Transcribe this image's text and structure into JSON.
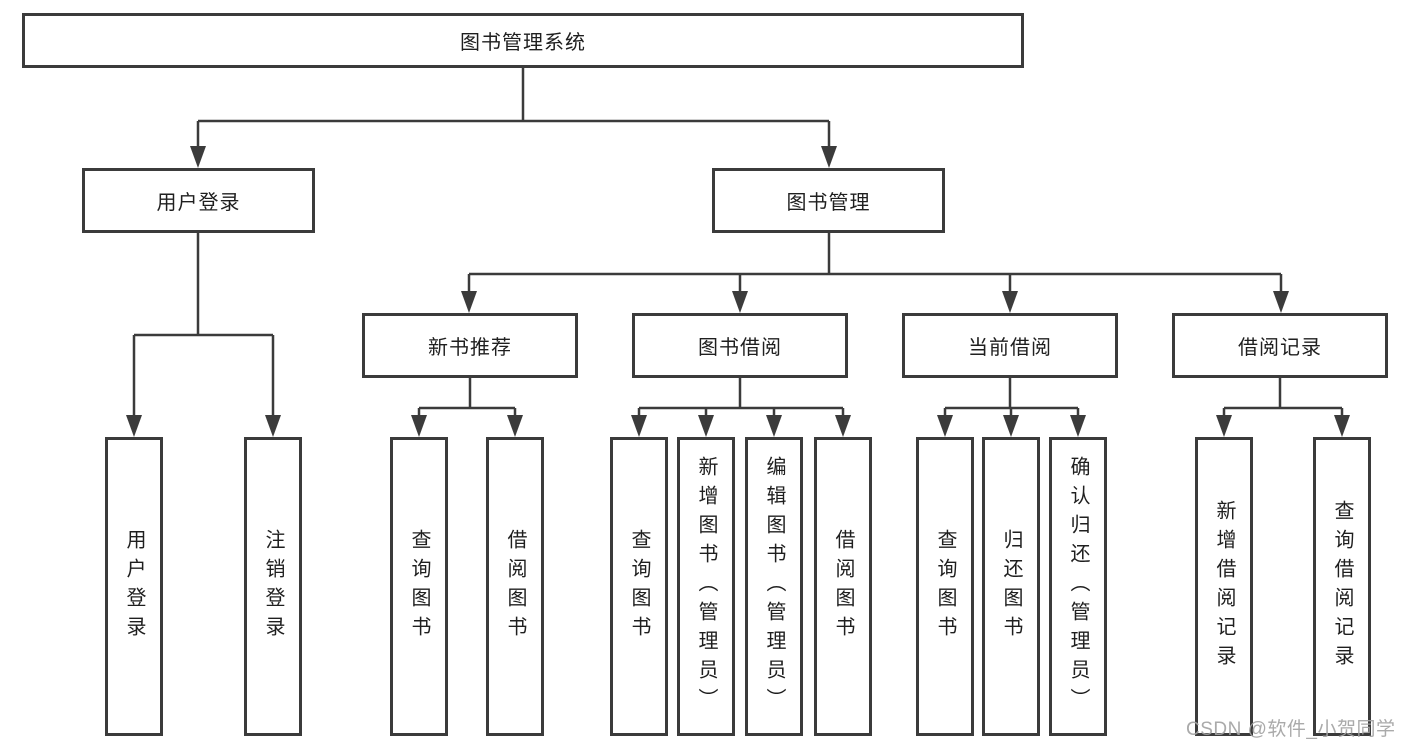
{
  "colors": {
    "line": "#3b3b3b",
    "box_border": "#3b3b3b",
    "box_background": "#ffffff",
    "text": "#1f1f1f",
    "watermark": "#a3a3a3",
    "background": "#ffffff"
  },
  "root": {
    "label": "图书管理系统"
  },
  "level2": [
    {
      "label": "用户登录"
    },
    {
      "label": "图书管理"
    }
  ],
  "level3": [
    {
      "label": "新书推荐",
      "parent": "图书管理"
    },
    {
      "label": "图书借阅",
      "parent": "图书管理"
    },
    {
      "label": "当前借阅",
      "parent": "图书管理"
    },
    {
      "label": "借阅记录",
      "parent": "图书管理"
    }
  ],
  "leaves": [
    {
      "label": "用户登录",
      "parent": "用户登录"
    },
    {
      "label": "注销登录",
      "parent": "用户登录"
    },
    {
      "label": "查询图书",
      "parent": "新书推荐"
    },
    {
      "label": "借阅图书",
      "parent": "新书推荐"
    },
    {
      "label": "查询图书",
      "parent": "图书借阅"
    },
    {
      "label": "新增图书（管理员）",
      "parent": "图书借阅"
    },
    {
      "label": "编辑图书（管理员）",
      "parent": "图书借阅"
    },
    {
      "label": "借阅图书",
      "parent": "图书借阅"
    },
    {
      "label": "查询图书",
      "parent": "当前借阅"
    },
    {
      "label": "归还图书",
      "parent": "当前借阅"
    },
    {
      "label": "确认归还（管理员）",
      "parent": "当前借阅"
    },
    {
      "label": "新增借阅记录",
      "parent": "借阅记录"
    },
    {
      "label": "查询借阅记录",
      "parent": "借阅记录"
    }
  ],
  "watermark": "CSDN @软件_小贺同学"
}
